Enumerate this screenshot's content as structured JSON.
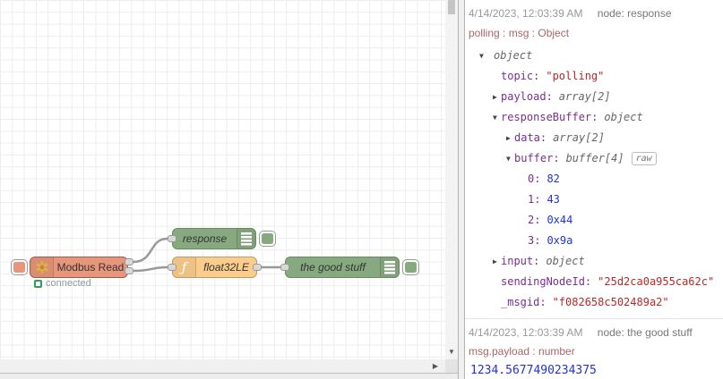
{
  "colors": {
    "modbus_node": "#e7957b",
    "modbus_border": "#a05a48",
    "debug_node": "#87a980",
    "debug_border": "#6b8a60",
    "function_node": "#fbcd8d",
    "function_border": "#c09a62",
    "wire": "#999999",
    "status_green": "#2ca05a",
    "object_key": "#792e90",
    "string_value": "#b72828",
    "number_value": "#2133d0",
    "meta_line": "#aa6666",
    "timestamp": "#999999",
    "source": "#777777",
    "modbus_icon_gold": "#e0b145"
  },
  "canvas": {
    "nodes": {
      "modbus": {
        "label": "Modbus Read"
      },
      "response": {
        "label": "response"
      },
      "func": {
        "label": "float32LE",
        "icon_glyph": "ƒ"
      },
      "good": {
        "label": "the good stuff"
      }
    },
    "status": {
      "label": "connected"
    }
  },
  "scrollbars": {
    "down_arrow": "▼",
    "right_arrow": "▶"
  },
  "sidebar": {
    "raw_button": "raw",
    "messages": [
      {
        "timestamp": "4/14/2023, 12:03:39 AM",
        "source": "node: response",
        "path": "polling : msg : Object",
        "tree": [
          {
            "arrow": "▼",
            "key": "",
            "value": "object"
          },
          {
            "arrow": "",
            "key": "topic:",
            "value": "\"polling\""
          },
          {
            "arrow": "▶",
            "key": "payload:",
            "value": "array[2]"
          },
          {
            "arrow": "▼",
            "key": "responseBuffer:",
            "value": "object"
          },
          {
            "arrow": "▶",
            "key": "data:",
            "value": "array[2]"
          },
          {
            "arrow": "▼",
            "key": "buffer:",
            "value": "buffer[4]"
          },
          {
            "arrow": "",
            "key": "0:",
            "value": "82"
          },
          {
            "arrow": "",
            "key": "1:",
            "value": "43"
          },
          {
            "arrow": "",
            "key": "2:",
            "value": "0x44"
          },
          {
            "arrow": "",
            "key": "3:",
            "value": "0x9a"
          },
          {
            "arrow": "▶",
            "key": "input:",
            "value": "object"
          },
          {
            "arrow": "",
            "key": "sendingNodeId:",
            "value": "\"25d2ca0a955ca62c\""
          },
          {
            "arrow": "",
            "key": "_msgid:",
            "value": "\"f082658c502489a2\""
          }
        ]
      },
      {
        "timestamp": "4/14/2023, 12:03:39 AM",
        "source": "node: the good stuff",
        "path": "msg.payload : number",
        "value": "1234.5677490234375"
      }
    ]
  }
}
